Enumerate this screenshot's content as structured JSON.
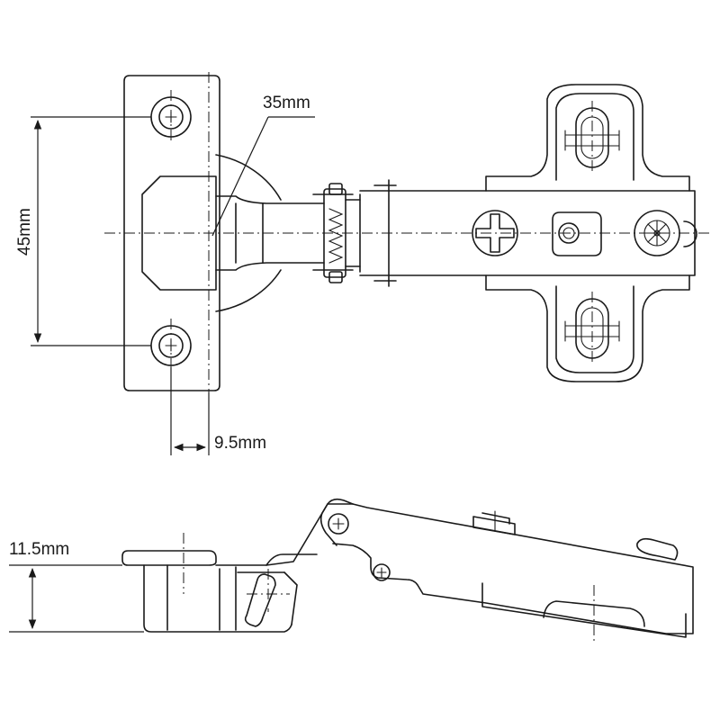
{
  "dimensions": {
    "cup_diameter": "35mm",
    "hole_spacing": "45mm",
    "edge_offset": "9.5mm",
    "cup_depth": "11.5mm"
  },
  "colors": {
    "line": "#1a1a1a",
    "background": "#ffffff"
  }
}
